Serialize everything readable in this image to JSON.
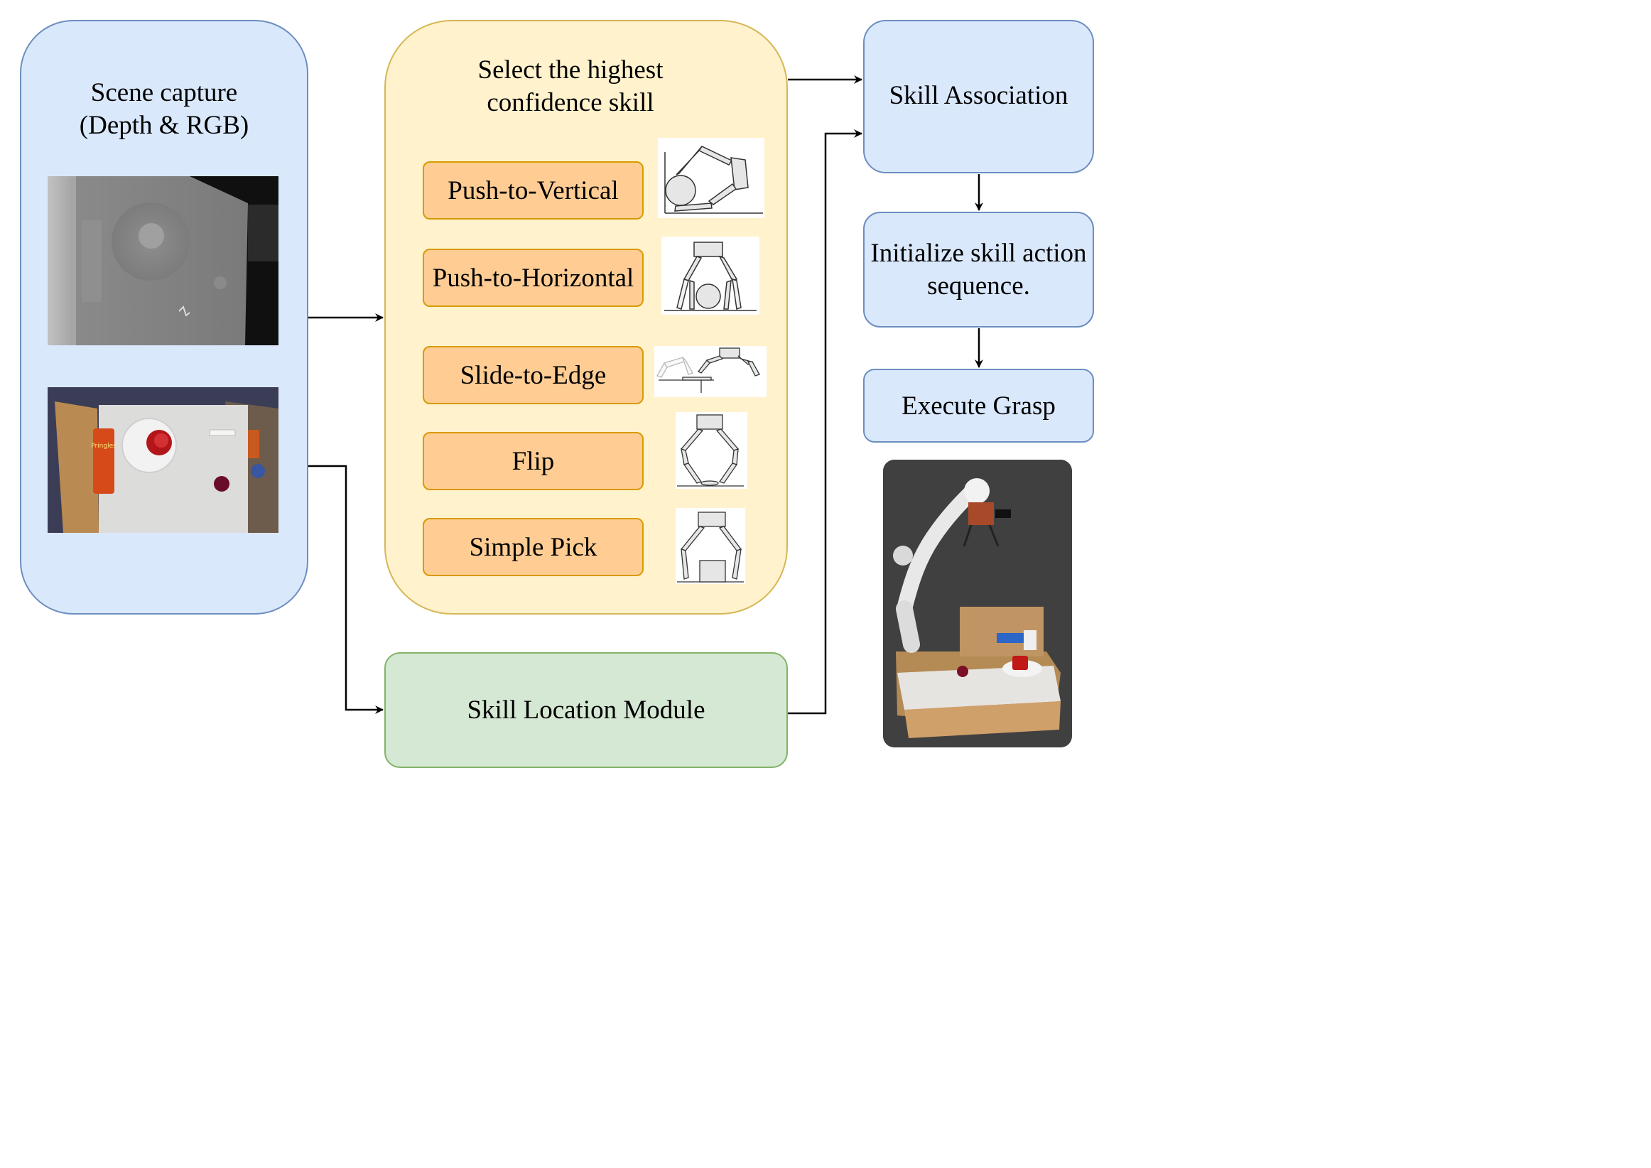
{
  "scene_capture": {
    "title": "Scene capture\n(Depth & RGB)",
    "depth_image_icon": "depth-image",
    "rgb_image_icon": "rgb-tabletop-photo",
    "can_label": "Pringles"
  },
  "skill_selection": {
    "title": "Select the highest\nconfidence skill",
    "skills": [
      {
        "label": "Push-to-Vertical",
        "icon": "push-to-vertical-icon"
      },
      {
        "label": "Push-to-Horizontal",
        "icon": "push-to-horizontal-icon"
      },
      {
        "label": "Slide-to-Edge",
        "icon": "slide-to-edge-icon"
      },
      {
        "label": "Flip",
        "icon": "flip-icon"
      },
      {
        "label": "Simple Pick",
        "icon": "simple-pick-icon"
      }
    ]
  },
  "skill_location": {
    "label": "Skill Location Module"
  },
  "skill_association": {
    "label": "Skill Association"
  },
  "initialize": {
    "label": "Initialize skill action\nsequence."
  },
  "execute": {
    "label": "Execute Grasp"
  },
  "robot_photo_icon": "robot-arm-photo",
  "colors": {
    "blue_fill": "#dae8fc",
    "blue_stroke": "#6c8ebf",
    "yellow_fill": "#fff2cc",
    "yellow_stroke": "#d6b656",
    "green_fill": "#d5e8d4",
    "green_stroke": "#82b366",
    "orange_fill": "#ffcd94",
    "orange_stroke": "#d79b00"
  }
}
